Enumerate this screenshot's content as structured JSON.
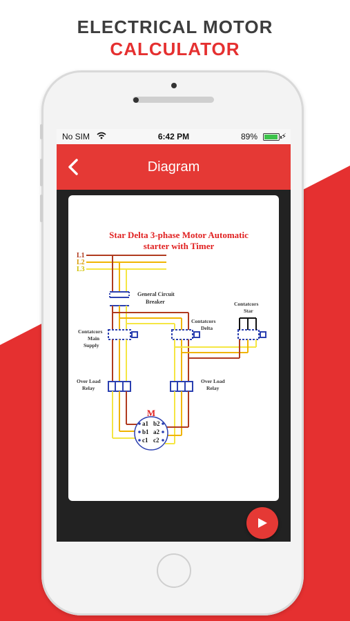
{
  "promo": {
    "title_line1": "ELECTRICAL MOTOR",
    "title_line2": "CALCULATOR"
  },
  "status_bar": {
    "carrier": "No SIM",
    "time": "6:42 PM",
    "battery": "89%"
  },
  "app_bar": {
    "title": "Diagram"
  },
  "diagram": {
    "title_line1": "Star Delta 3-phase Motor Automatic",
    "title_line2": "starter with Timer",
    "lines": [
      "L1",
      "L2",
      "L3"
    ],
    "breaker_label_1": "General Circuit",
    "breaker_label_2": "Breaker",
    "main_supply_1": "Contatcors",
    "main_supply_2": "Main",
    "main_supply_3": "Supply",
    "delta_1": "Contatcors",
    "delta_2": "Delta",
    "star_1": "Contatcors",
    "star_2": "Star",
    "overload_left_1": "Over Load",
    "overload_left_2": "Relay",
    "overload_right_1": "Over Load",
    "overload_right_2": "Relay",
    "motor_label": "M",
    "terminals_left": [
      "a1",
      "b1",
      "c1"
    ],
    "terminals_right": [
      "b2",
      "a2",
      "c2"
    ]
  },
  "colors": {
    "accent": "#e53935",
    "phase_l1": "#b03a1e",
    "phase_l2": "#f0b400",
    "phase_l3": "#f5e642",
    "component": "#2a3fb0"
  },
  "icons": {
    "back": "chevron-left-icon",
    "next": "play-arrow-icon",
    "wifi": "wifi-icon",
    "battery": "battery-icon"
  }
}
